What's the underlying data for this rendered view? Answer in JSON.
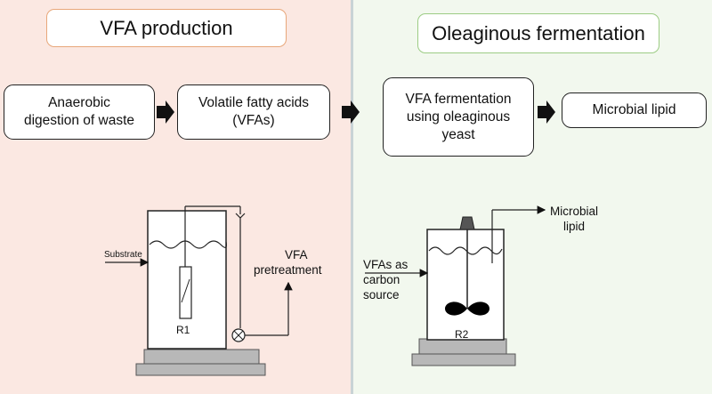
{
  "titles": {
    "left": "VFA production",
    "right": "Oleaginous fermentation"
  },
  "flow": {
    "anaerobic_line1": "Anaerobic",
    "anaerobic_line2": "digestion of waste",
    "vfa_line1": "Volatile fatty acids",
    "vfa_line2": "(VFAs)",
    "ferm_line1": "VFA fermentation",
    "ferm_line2": "using oleaginous",
    "ferm_line3": "yeast",
    "lipid": "Microbial lipid"
  },
  "reactor1": {
    "label": "R1",
    "substrate": "Substrate",
    "output_line1": "VFA",
    "output_line2": "pretreatment"
  },
  "reactor2": {
    "label": "R2",
    "input_line1": "VFAs as",
    "input_line2": "carbon",
    "input_line3": "source",
    "output_line1": "Microbial",
    "output_line2": "lipid"
  },
  "colors": {
    "left_panel": "#fbe8e2",
    "right_panel": "#f2f8ee",
    "left_title_border": "#e8a77a",
    "right_title_border": "#9ccc84",
    "divider": "#c9d3d6"
  }
}
